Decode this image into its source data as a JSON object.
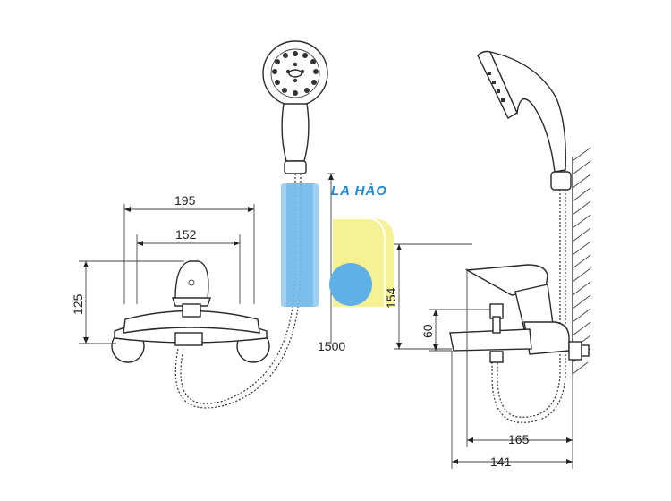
{
  "logo": {
    "text": "LA HÀO",
    "colors": {
      "blue": "#1e88d6",
      "light_blue": "#8ec9f0",
      "yellow": "#f5ef8a"
    }
  },
  "dimensions": {
    "front_overall_width": "195",
    "front_center_width": "152",
    "front_height": "125",
    "hose_length": "1500",
    "side_height": "154",
    "side_spout_height": "60",
    "side_depth": "165",
    "side_spout_depth": "141"
  }
}
